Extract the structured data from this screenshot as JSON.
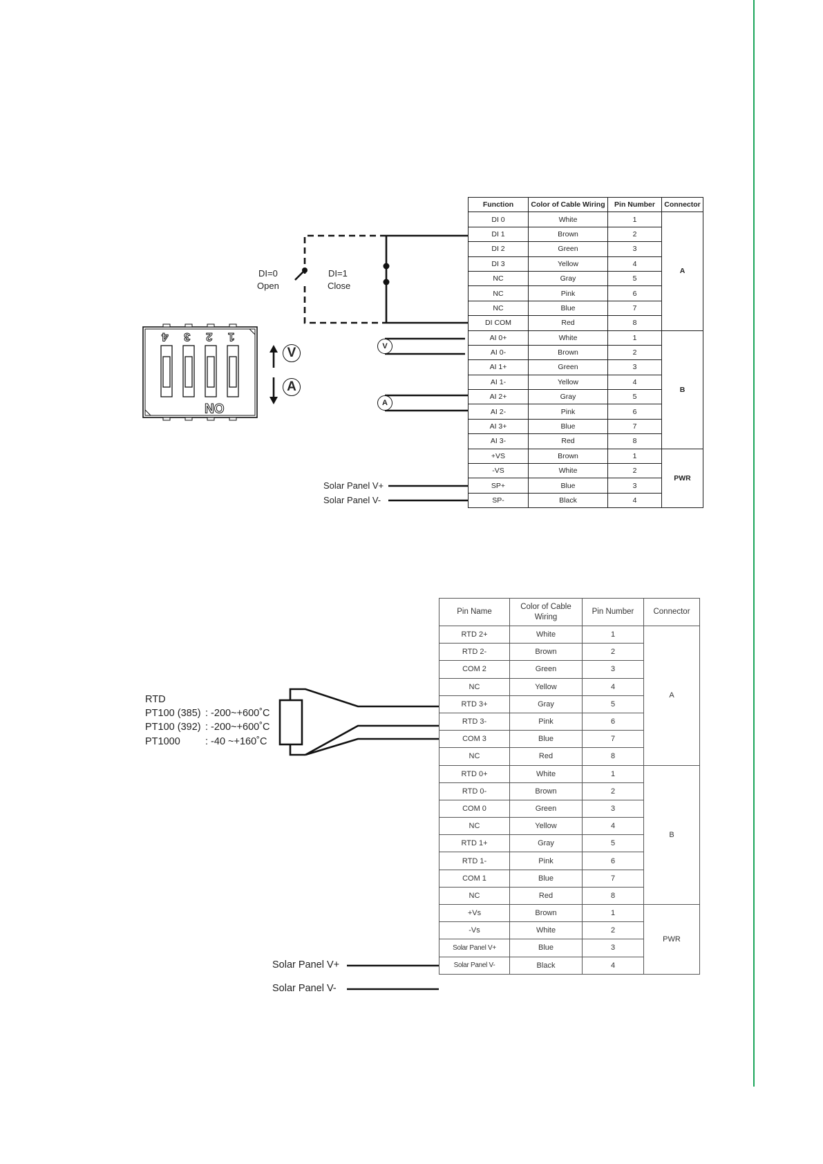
{
  "page": {
    "accent_color": "#1aa55a"
  },
  "di_ai_diagram": {
    "switch_open_label": [
      "DI=0",
      "Open"
    ],
    "switch_close_label": [
      "DI=1",
      "Close"
    ],
    "dip_switch": {
      "numbers": [
        "4",
        "3",
        "2",
        "1"
      ],
      "on_label": "ON",
      "voltage_symbol": "V",
      "current_symbol": "A"
    },
    "meter_voltage": "V",
    "meter_current": "A",
    "solar_labels": [
      "Solar Panel V+",
      "Solar Panel V-"
    ]
  },
  "table1": {
    "headers": [
      "Function",
      "Color of Cable Wiring",
      "Pin Number",
      "Connector"
    ],
    "groups": [
      {
        "connector": "A",
        "rows": [
          [
            "DI 0",
            "White",
            "1"
          ],
          [
            "DI 1",
            "Brown",
            "2"
          ],
          [
            "DI 2",
            "Green",
            "3"
          ],
          [
            "DI 3",
            "Yellow",
            "4"
          ],
          [
            "NC",
            "Gray",
            "5"
          ],
          [
            "NC",
            "Pink",
            "6"
          ],
          [
            "NC",
            "Blue",
            "7"
          ],
          [
            "DI COM",
            "Red",
            "8"
          ]
        ]
      },
      {
        "connector": "B",
        "rows": [
          [
            "AI 0+",
            "White",
            "1"
          ],
          [
            "AI 0-",
            "Brown",
            "2"
          ],
          [
            "AI 1+",
            "Green",
            "3"
          ],
          [
            "AI 1-",
            "Yellow",
            "4"
          ],
          [
            "AI 2+",
            "Gray",
            "5"
          ],
          [
            "AI 2-",
            "Pink",
            "6"
          ],
          [
            "AI 3+",
            "Blue",
            "7"
          ],
          [
            "AI 3-",
            "Red",
            "8"
          ]
        ]
      },
      {
        "connector": "PWR",
        "rows": [
          [
            "+VS",
            "Brown",
            "1"
          ],
          [
            "-VS",
            "White",
            "2"
          ],
          [
            "SP+",
            "Blue",
            "3"
          ],
          [
            "SP-",
            "Black",
            "4"
          ]
        ]
      }
    ]
  },
  "rtd_diagram": {
    "title": "RTD",
    "specs": [
      {
        "name": "PT100 (385)",
        "range": ": -200~+600˚C"
      },
      {
        "name": "PT100 (392)",
        "range": ": -200~+600˚C"
      },
      {
        "name": "PT1000",
        "range": ": -40  ~+160˚C"
      }
    ],
    "solar_labels": [
      "Solar Panel V+",
      "Solar Panel V-"
    ]
  },
  "table2": {
    "headers": [
      "Pin Name",
      "Color of Cable Wiring",
      "Pin Number",
      "Connector"
    ],
    "groups": [
      {
        "connector": "A",
        "rows": [
          [
            "RTD 2+",
            "White",
            "1"
          ],
          [
            "RTD 2-",
            "Brown",
            "2"
          ],
          [
            "COM 2",
            "Green",
            "3"
          ],
          [
            "NC",
            "Yellow",
            "4"
          ],
          [
            "RTD 3+",
            "Gray",
            "5"
          ],
          [
            "RTD 3-",
            "Pink",
            "6"
          ],
          [
            "COM 3",
            "Blue",
            "7"
          ],
          [
            "NC",
            "Red",
            "8"
          ]
        ]
      },
      {
        "connector": "B",
        "rows": [
          [
            "RTD 0+",
            "White",
            "1"
          ],
          [
            "RTD 0-",
            "Brown",
            "2"
          ],
          [
            "COM 0",
            "Green",
            "3"
          ],
          [
            "NC",
            "Yellow",
            "4"
          ],
          [
            "RTD 1+",
            "Gray",
            "5"
          ],
          [
            "RTD 1-",
            "Pink",
            "6"
          ],
          [
            "COM 1",
            "Blue",
            "7"
          ],
          [
            "NC",
            "Red",
            "8"
          ]
        ]
      },
      {
        "connector": "PWR",
        "rows": [
          [
            "+Vs",
            "Brown",
            "1"
          ],
          [
            "-Vs",
            "White",
            "2"
          ],
          [
            "Solar Panel V+",
            "Blue",
            "3"
          ],
          [
            "Solar Panel V-",
            "Black",
            "4"
          ]
        ]
      }
    ]
  }
}
